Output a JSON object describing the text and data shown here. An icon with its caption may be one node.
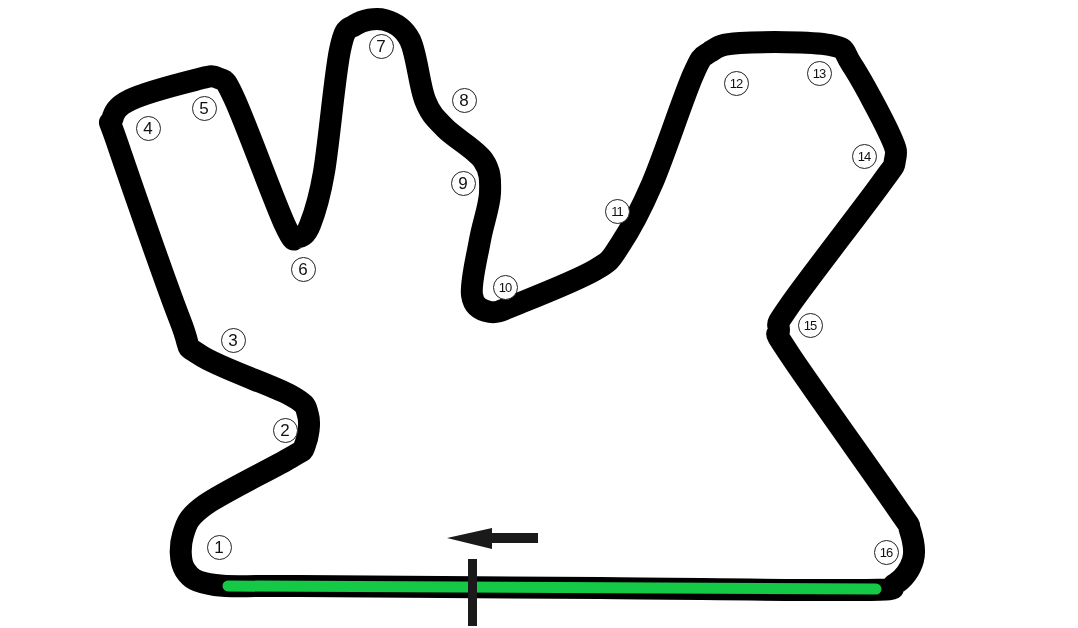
{
  "diagram": {
    "labels": [
      "1",
      "2",
      "3",
      "4",
      "5",
      "6",
      "7",
      "8",
      "9",
      "10",
      "11",
      "12",
      "13",
      "14",
      "15",
      "16"
    ]
  }
}
